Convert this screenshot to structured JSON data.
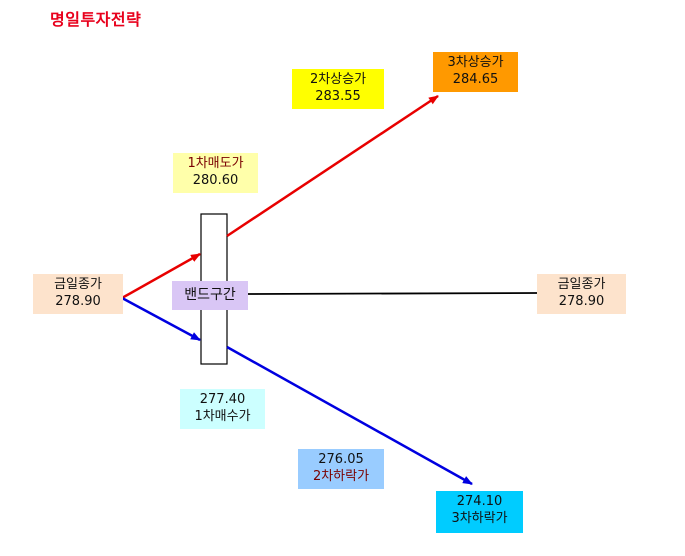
{
  "title": "명일투자전략",
  "colors": {
    "title": "#e8001c",
    "up_line": "#e80000",
    "down_line": "#0000e0",
    "flat_line": "#000000",
    "resistance1_bg": "#ffffaa",
    "resistance2_bg": "#ffff00",
    "resistance3_bg": "#ff9900",
    "close_bg": "#fde3cc",
    "support1_bg": "#ccffff",
    "support2_bg": "#99ccff",
    "support3_bg": "#00ccff",
    "band_bg": "#d9c6f5"
  },
  "nodes": {
    "close_today": {
      "label": "금일종가",
      "value": "278.90"
    },
    "resistance1": {
      "label": "1차매도가",
      "value": "280.60"
    },
    "resistance2": {
      "label": "2차상승가",
      "value": "283.55"
    },
    "resistance3": {
      "label": "3차상승가",
      "value": "284.65"
    },
    "band": {
      "label": "밴드구간"
    },
    "close_right": {
      "label": "금일종가",
      "value": "278.90"
    },
    "support1": {
      "label": "1차매수가",
      "value": "277.40"
    },
    "support2": {
      "label": "2차하락가",
      "value": "276.05"
    },
    "support3": {
      "label": "3차하락가",
      "value": "274.10"
    }
  }
}
